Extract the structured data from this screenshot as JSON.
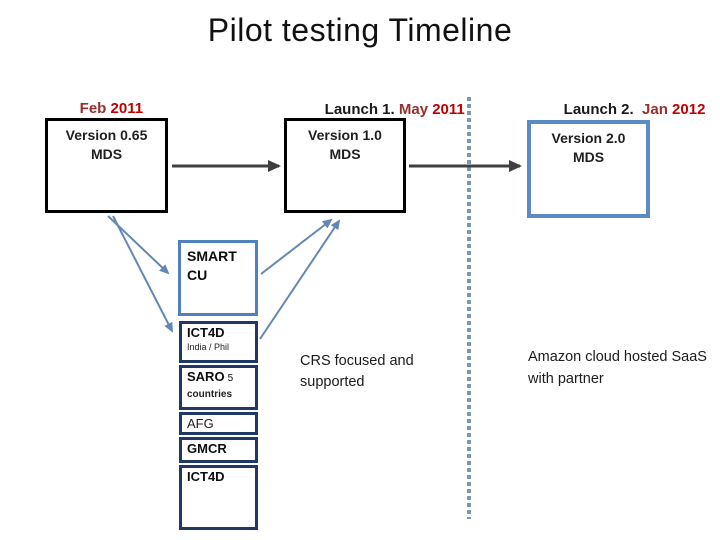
{
  "slide": {
    "title": "Pilot testing Timeline",
    "timeline_labels": [
      {
        "prefix": "",
        "month": "Feb ",
        "year": "2011"
      },
      {
        "prefix": "Launch 1. ",
        "month": "May ",
        "year": "2011"
      },
      {
        "prefix": "Launch 2.  ",
        "month": "Jan ",
        "year": "2012"
      }
    ],
    "version_boxes": [
      {
        "line1": "Version 0.65",
        "line2": "MDS"
      },
      {
        "line1": "Version 1.0",
        "line2": "MDS"
      },
      {
        "line1": "Version 2.0",
        "line2": "MDS"
      }
    ],
    "smart_cu_box": {
      "line1": "SMART",
      "line2": "CU"
    },
    "pilot_stack": [
      {
        "title": "ICT4D",
        "subtitle": "India / Phil"
      },
      {
        "title": "SARO",
        "title_suffix": "5",
        "subtitle": "countries"
      },
      {
        "title": "AFG"
      },
      {
        "title": "GMCR"
      },
      {
        "title": "ICT4D"
      }
    ],
    "notes": [
      "CRS focused and supported",
      "Amazon cloud hosted SaaS with partner"
    ]
  },
  "colors": {
    "title_color": "#111111",
    "prefix_black": "#1a1a1a",
    "month_red": "#97302a",
    "year_red": "#c00000",
    "box_border": "#000000",
    "blue_box_border": "#5b8bc5",
    "smart_box_border": "#4f81bd",
    "stack_border": "#1f3864",
    "connector_blue": "#6288b5",
    "arrow_gray": "#3f3f3f",
    "dotted_line": "#7e96b6",
    "text": "#1f1f1f"
  }
}
